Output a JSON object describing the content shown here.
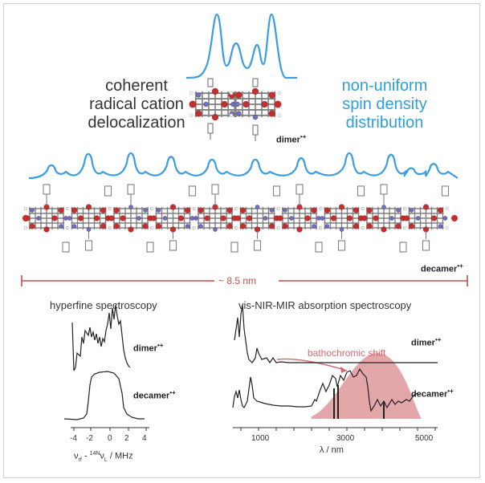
{
  "headings": {
    "left": [
      "coherent",
      "radical cation",
      "delocalization"
    ],
    "right": [
      "non-uniform",
      "spin density",
      "distribution"
    ]
  },
  "labels": {
    "dimer_top": "dimer",
    "dimer_sup": "•+",
    "decamer_top": "decamer",
    "decamer_sup": "•+",
    "length": "~ 8.5 nm"
  },
  "panels": {
    "hyperfine": {
      "title": "hyperfine spectroscopy",
      "dimer": "dimer",
      "decamer": "decamer",
      "sup": "•+",
      "xticks": [
        "-4",
        "-2",
        "0",
        "2",
        "4"
      ],
      "xlabel_parts": [
        "ν",
        "rf",
        " - ",
        "14",
        "N",
        "ν",
        "L",
        " / MHz"
      ]
    },
    "absorption": {
      "title": "vis-NIR-MIR absorption spectroscopy",
      "dimer": "dimer",
      "decamer": "decamer",
      "sup": "•+",
      "annotation": "bathochromic shift",
      "xticks": [
        "1000",
        "3000",
        "5000"
      ],
      "xlabel": "λ / nm"
    }
  },
  "colors": {
    "spin_curve": "#3a9de3",
    "scale_bar": "#c84a4a",
    "shift_fill": "#d98a8e",
    "shift_text": "#d46a6f",
    "atom_red": "#c62d2d",
    "atom_blue": "#6a6fc9",
    "bond_grey": "#808080"
  }
}
